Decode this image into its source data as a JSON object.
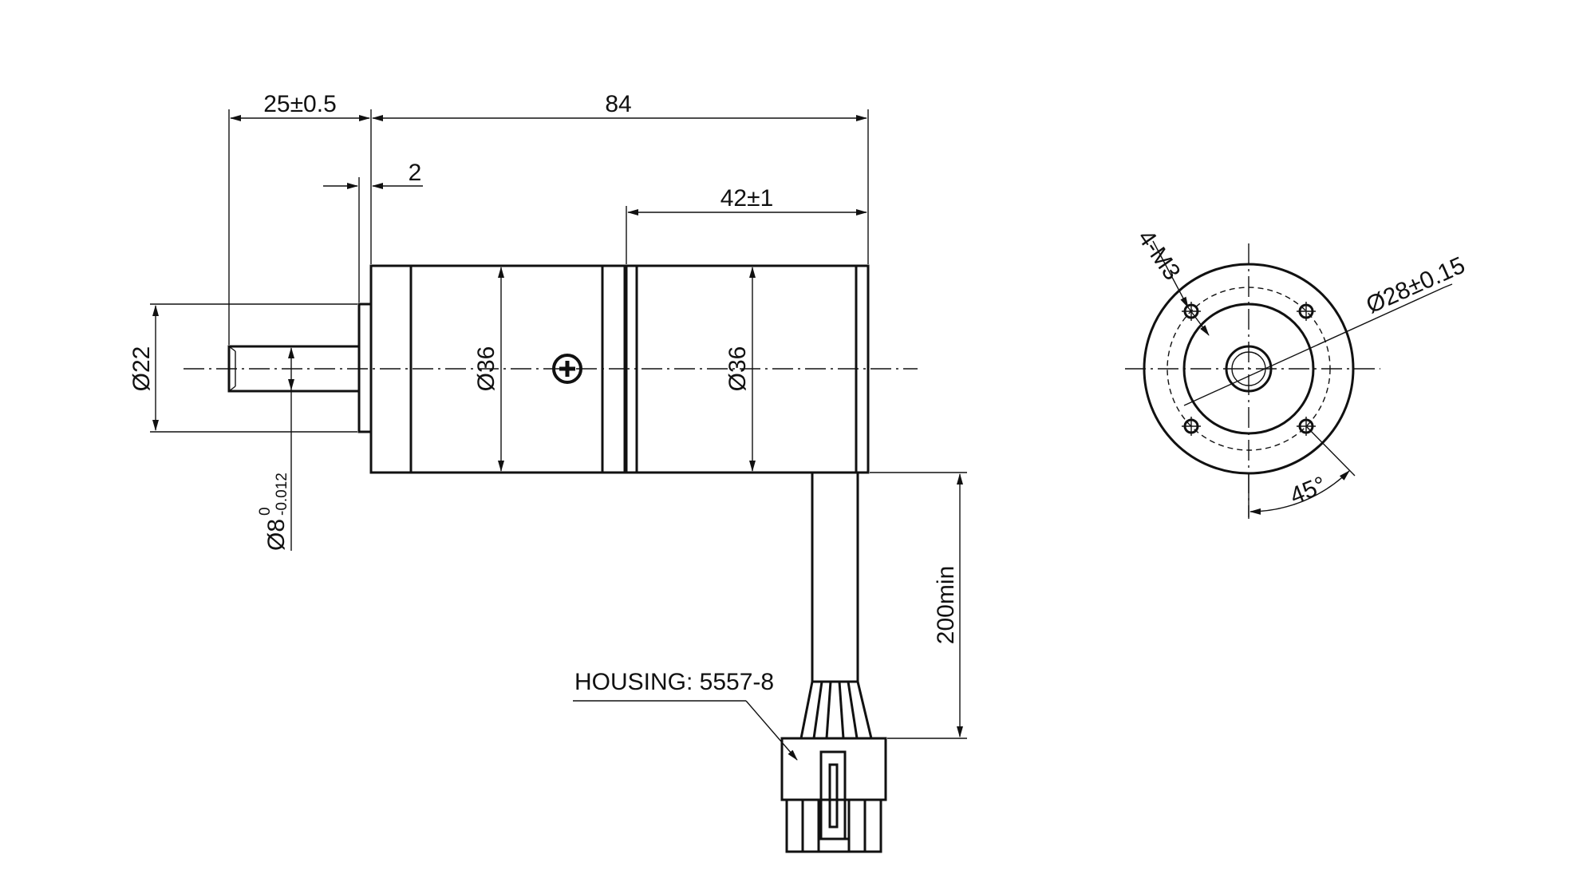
{
  "dimensions": {
    "shaft_length": "25±0.5",
    "overall_length": "84",
    "pilot_length": "2",
    "motor_length": "42±1",
    "pilot_diameter": "Ø22",
    "gearbox_diameter": "Ø36",
    "motor_diameter": "Ø36",
    "shaft_diameter": "Ø8",
    "shaft_tol_upper": "0",
    "shaft_tol_lower": "-0.012",
    "cable_length": "200min",
    "mount_threads": "4-M3",
    "bolt_circle": "Ø28±0.15",
    "hole_angle": "45°"
  },
  "labels": {
    "housing": "HOUSING: 5557-8"
  },
  "colors": {
    "ink": "#111111",
    "background": "#ffffff"
  }
}
